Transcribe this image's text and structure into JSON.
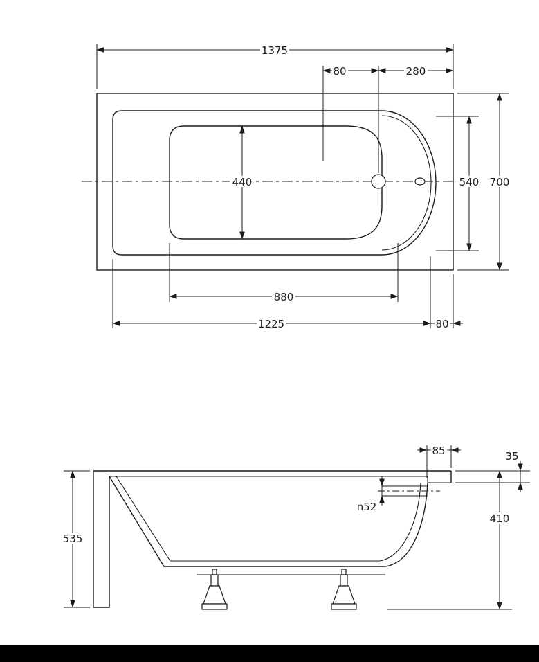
{
  "meta": {
    "description": "bathtub technical dimension drawing, top view and side view",
    "ink_color": "#1c1c1c",
    "background_color": "#ffffff",
    "footer_bar_color": "#000000"
  },
  "top_view": {
    "dims": {
      "overall_length": "1375",
      "drain_offset": "80",
      "drain_to_end": "280",
      "basin_width": "440",
      "rim_width": "540",
      "overall_width": "700",
      "basin_length": "880",
      "inner_length": "1225",
      "end_margin": "80"
    }
  },
  "side_view": {
    "dims": {
      "overflow_to_edge": "85",
      "rim_lip_height": "35",
      "overflow_diameter": "n52",
      "depth": "410",
      "total_height": "535"
    }
  }
}
